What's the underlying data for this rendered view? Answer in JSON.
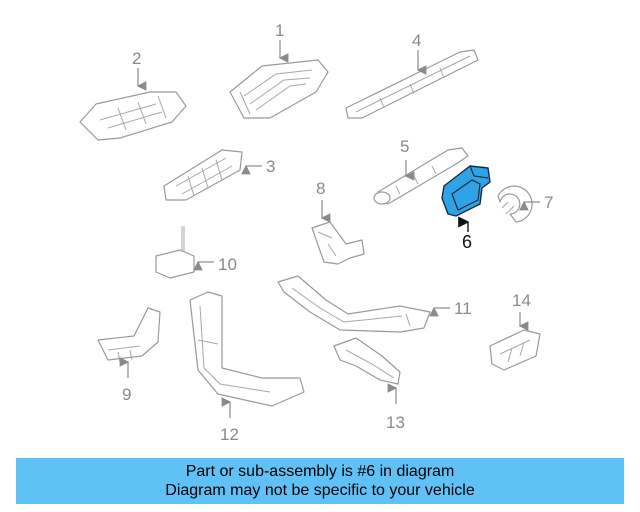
{
  "callouts": {
    "c1": "1",
    "c2": "2",
    "c3": "3",
    "c4": "4",
    "c5": "5",
    "c6": "6",
    "c7": "7",
    "c8": "8",
    "c9": "9",
    "c10": "10",
    "c11": "11",
    "c12": "12",
    "c13": "13",
    "c14": "14"
  },
  "highlighted_part": "6",
  "colors": {
    "highlight_fill": "#2ea3e6",
    "caption_background": "#5fc1f5",
    "line_gray": "#9a9a9a"
  },
  "caption": {
    "line1": "Part or sub-assembly is #6 in diagram",
    "line2": "Diagram may not be specific to your vehicle"
  }
}
